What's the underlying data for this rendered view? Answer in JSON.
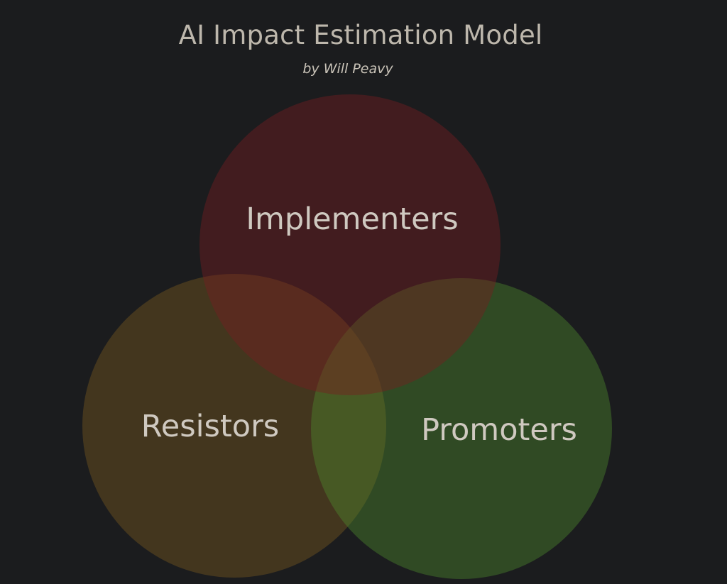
{
  "header": {
    "title": "AI Impact Estimation Model",
    "byline": "by Will Peavy"
  },
  "venn": {
    "sets": [
      {
        "id": "implementers",
        "label": "Implementers",
        "color": "#7a1d22"
      },
      {
        "id": "resistors",
        "label": "Resistors",
        "color": "#7d5a1e"
      },
      {
        "id": "promoters",
        "label": "Promoters",
        "color": "#4f8a2e"
      }
    ]
  },
  "colors": {
    "background": "#1b1c1e",
    "text": "#bdb7ac"
  }
}
